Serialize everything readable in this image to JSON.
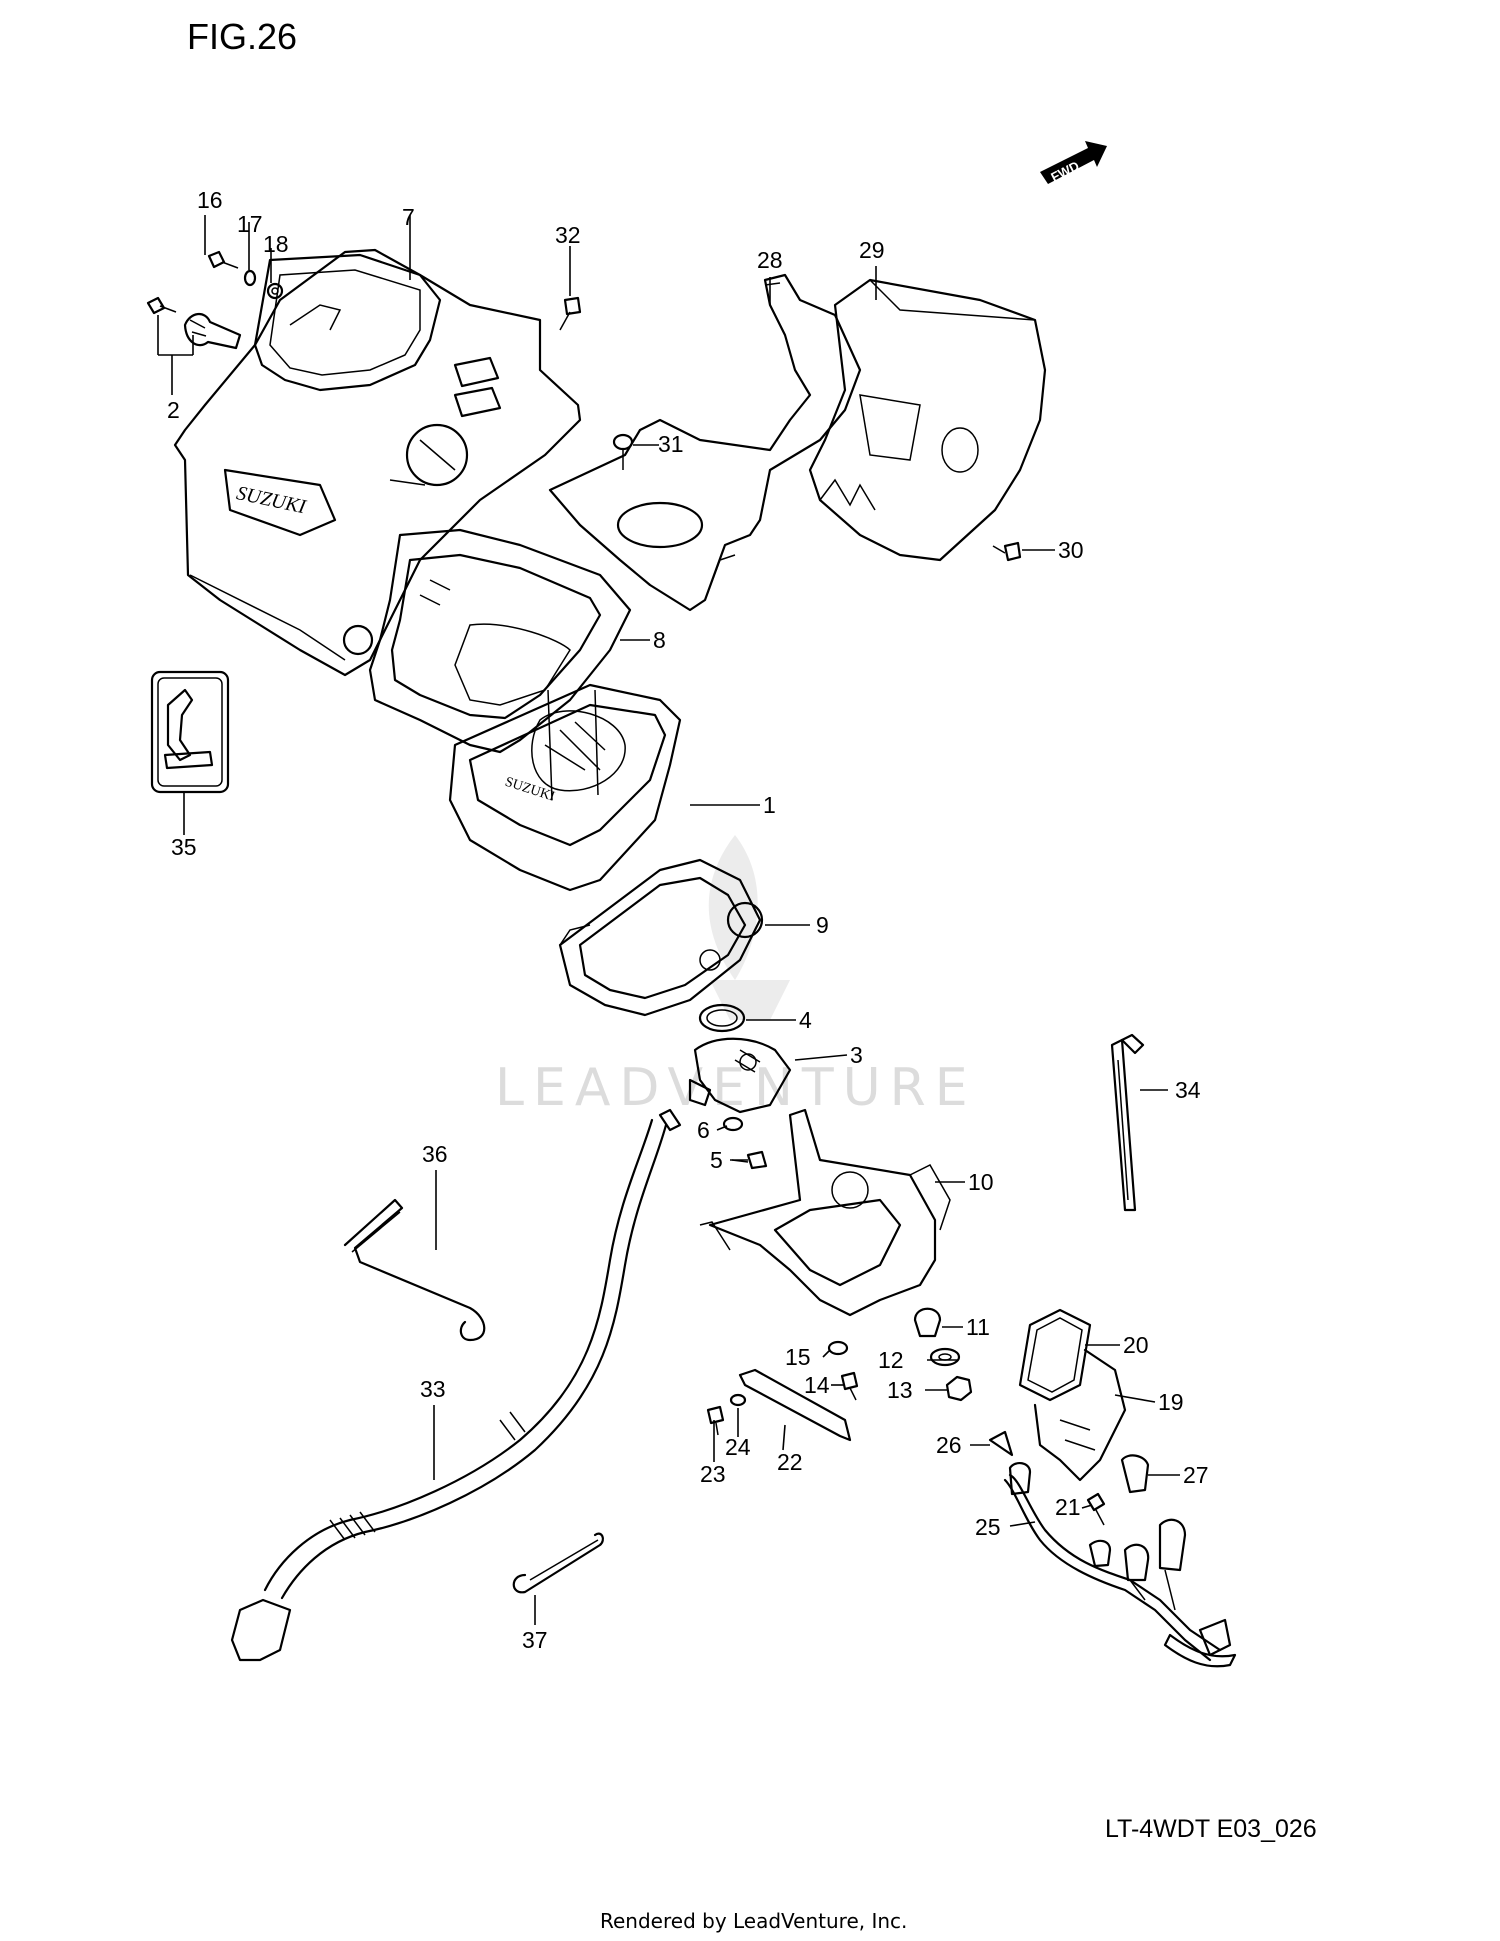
{
  "figure_title": "FIG.26",
  "diagram_code": "LT-4WDT E03_026",
  "credit": "Rendered by LeadVenture, Inc.",
  "watermark": "LEADVENTURE",
  "fwd_badge": "FWD",
  "logo_text": "SUZUKI",
  "callouts": {
    "c1": "1",
    "c2": "2",
    "c3": "3",
    "c4": "4",
    "c5": "5",
    "c6": "6",
    "c7": "7",
    "c8": "8",
    "c9": "9",
    "c10": "10",
    "c11": "11",
    "c12": "12",
    "c13": "13",
    "c14": "14",
    "c15": "15",
    "c16": "16",
    "c17": "17",
    "c18": "18",
    "c19": "19",
    "c20": "20",
    "c21": "21",
    "c22": "22",
    "c23": "23",
    "c24": "24",
    "c25": "25",
    "c26": "26",
    "c27": "27",
    "c28": "28",
    "c29": "29",
    "c30": "30",
    "c31": "31",
    "c32": "32",
    "c33": "33",
    "c34": "34",
    "c35": "35",
    "c36": "36",
    "c37": "37"
  }
}
